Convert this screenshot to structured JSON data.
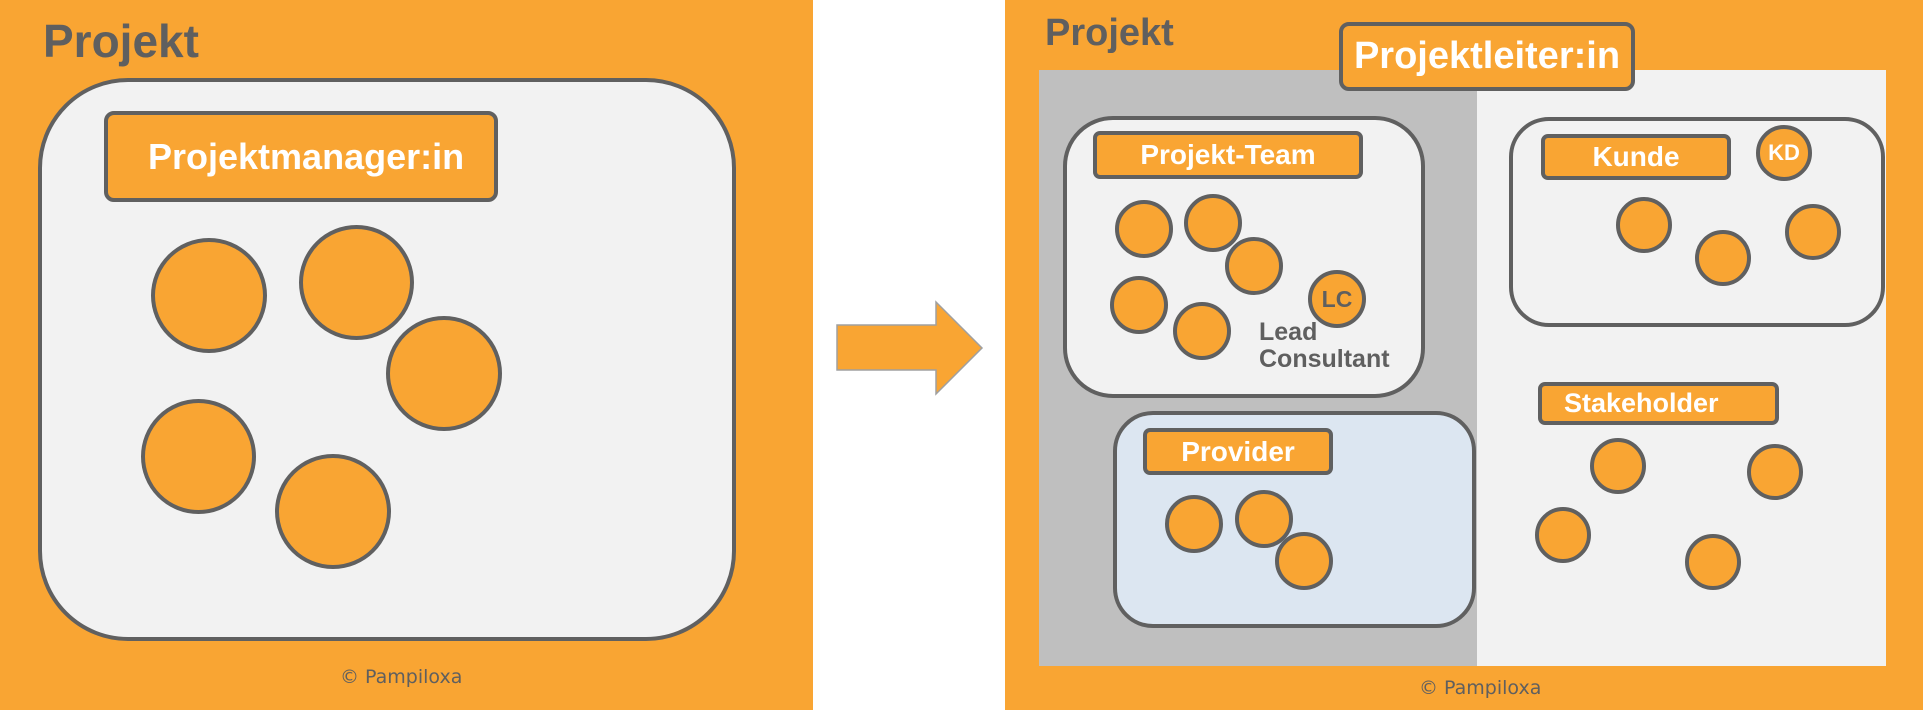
{
  "colors": {
    "accent": "#f9a533",
    "outline": "#606060",
    "text_dark": "#5f5f5f",
    "panel_light": "#f2f2f2",
    "panel_grey": "#bfbfbf",
    "provider_fill": "#dce6f1"
  },
  "left": {
    "title": "Projekt",
    "role_label": "Projektmanager:in",
    "members_count": 5,
    "copyright": "© Pampiloxa"
  },
  "arrow": {
    "icon": "right-arrow-icon"
  },
  "right": {
    "title": "Projekt",
    "lead_label": "Projektleiter:in",
    "team": {
      "label": "Projekt-Team",
      "members_count": 5,
      "lead_badge": "LC",
      "lead_caption_line1": "Lead",
      "lead_caption_line2": "Consultant"
    },
    "provider": {
      "label": "Provider",
      "members_count": 3
    },
    "customer": {
      "label": "Kunde",
      "badge": "KD",
      "members_count": 3
    },
    "stakeholder": {
      "label": "Stakeholder",
      "members_count": 4
    },
    "copyright": "© Pampiloxa"
  }
}
